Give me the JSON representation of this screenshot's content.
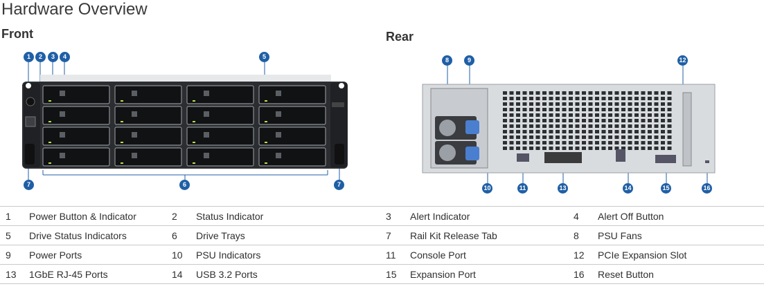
{
  "page": {
    "title": "Hardware Overview",
    "front_label": "Front",
    "rear_label": "Rear"
  },
  "front_callouts": [
    "1",
    "2",
    "3",
    "4",
    "5",
    "6",
    "7",
    "7"
  ],
  "rear_callouts": [
    "8",
    "9",
    "10",
    "11",
    "12",
    "13",
    "14",
    "15",
    "16"
  ],
  "legend": [
    [
      {
        "num": "1",
        "label": "Power Button & Indicator"
      },
      {
        "num": "2",
        "label": "Status Indicator"
      },
      {
        "num": "3",
        "label": "Alert Indicator"
      },
      {
        "num": "4",
        "label": "Alert Off Button"
      }
    ],
    [
      {
        "num": "5",
        "label": "Drive Status Indicators"
      },
      {
        "num": "6",
        "label": "Drive Trays"
      },
      {
        "num": "7",
        "label": "Rail Kit Release Tab"
      },
      {
        "num": "8",
        "label": "PSU Fans"
      }
    ],
    [
      {
        "num": "9",
        "label": "Power Ports"
      },
      {
        "num": "10",
        "label": "PSU Indicators"
      },
      {
        "num": "11",
        "label": "Console Port"
      },
      {
        "num": "12",
        "label": "PCIe Expansion Slot"
      }
    ],
    [
      {
        "num": "13",
        "label": "1GbE RJ-45 Ports"
      },
      {
        "num": "14",
        "label": "USB 3.2 Ports"
      },
      {
        "num": "15",
        "label": "Expansion Port"
      },
      {
        "num": "16",
        "label": "Reset Button"
      }
    ]
  ]
}
